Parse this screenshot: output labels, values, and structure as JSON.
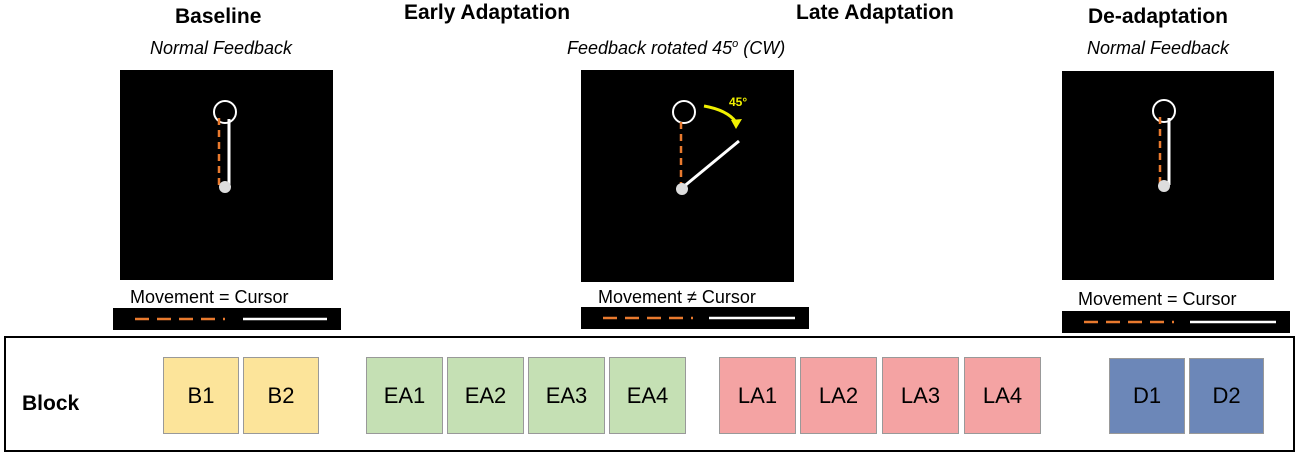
{
  "phases": {
    "baseline": {
      "title": "Baseline",
      "subtitle": "Normal Feedback",
      "equation": "Movement = Cursor"
    },
    "early": {
      "title": "Early Adaptation"
    },
    "late": {
      "title": "Late Adaptation"
    },
    "rotated": {
      "subtitle_prefix": "Feedback rotated 45",
      "subtitle_sup": "o",
      "subtitle_suffix": " (CW)",
      "equation": "Movement ≠ Cursor",
      "angle_label": "45°"
    },
    "deadapt": {
      "title": "De-adaptation",
      "subtitle": "Normal Feedback",
      "equation": "Movement = Cursor"
    }
  },
  "block": {
    "label": "Block",
    "items": [
      {
        "id": "B1",
        "color": "#fce49a"
      },
      {
        "id": "B2",
        "color": "#fce49a"
      },
      {
        "id": "EA1",
        "color": "#c5e0b4"
      },
      {
        "id": "EA2",
        "color": "#c5e0b4"
      },
      {
        "id": "EA3",
        "color": "#c5e0b4"
      },
      {
        "id": "EA4",
        "color": "#c5e0b4"
      },
      {
        "id": "LA1",
        "color": "#f4a3a3"
      },
      {
        "id": "LA2",
        "color": "#f4a3a3"
      },
      {
        "id": "LA3",
        "color": "#f4a3a3"
      },
      {
        "id": "LA4",
        "color": "#f4a3a3"
      },
      {
        "id": "D1",
        "color": "#6c87b8"
      },
      {
        "id": "D2",
        "color": "#6c87b8"
      }
    ]
  },
  "colors": {
    "movement": "#e97a2e",
    "cursor": "#ffffff",
    "arrow": "#f0f000",
    "screen": "#000000"
  }
}
